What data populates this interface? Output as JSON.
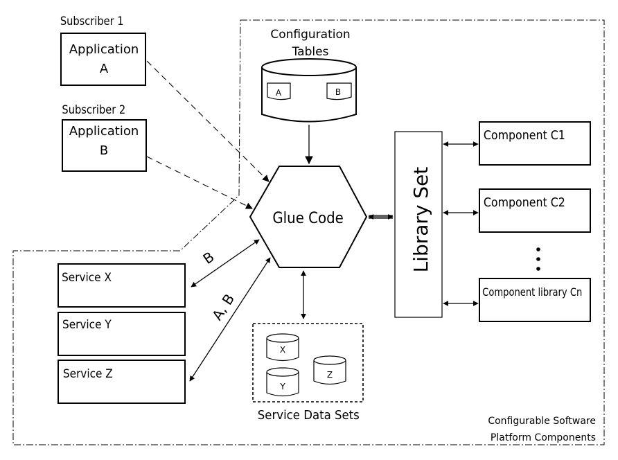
{
  "platform": {
    "label_line1": "Configurable Software",
    "label_line2": "Platform Components"
  },
  "subscribers": [
    {
      "title": "Subscriber 1",
      "app_line1": "Application",
      "app_line2": "A"
    },
    {
      "title": "Subscriber 2",
      "app_line1": "Application",
      "app_line2": "B"
    }
  ],
  "config_tables": {
    "title_line1": "Configuration",
    "title_line2": "Tables",
    "table_a": "A",
    "table_b": "B"
  },
  "glue_code": "Glue Code",
  "library_set": "Library Set",
  "components": [
    "Component C1",
    "Component C2",
    "Component library Cn"
  ],
  "services": [
    "Service X",
    "Service Y",
    "Service Z"
  ],
  "edge_labels": {
    "service_x": "B",
    "service_z": "A, B"
  },
  "datasets": {
    "label": "Service Data Sets",
    "items": [
      "X",
      "Y",
      "Z"
    ]
  }
}
